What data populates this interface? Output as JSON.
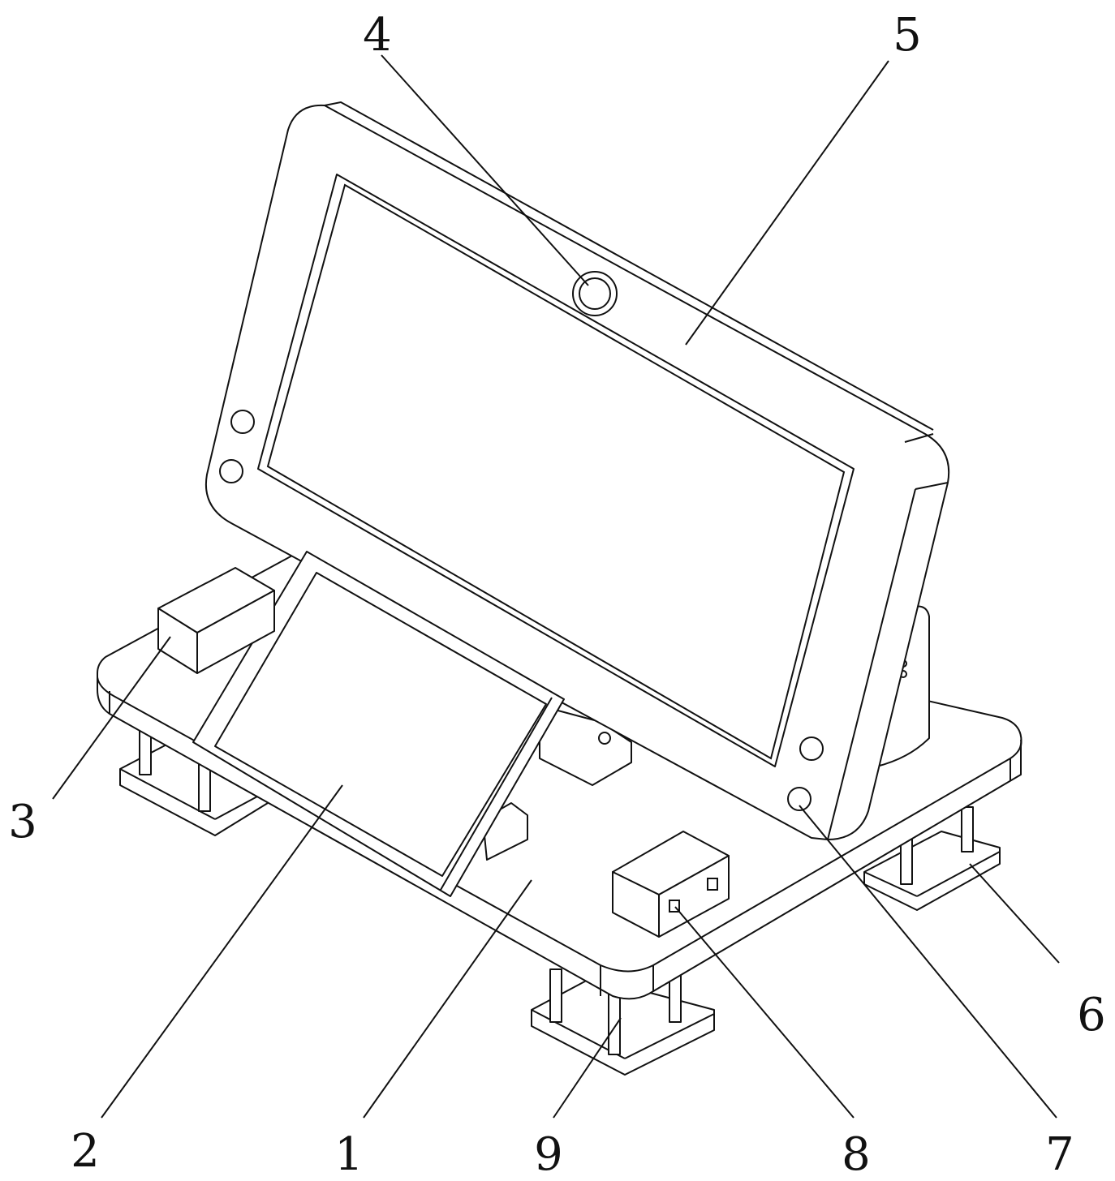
{
  "figure": {
    "labels": [
      {
        "id": "1",
        "text": "1",
        "part": "base"
      },
      {
        "id": "2",
        "text": "2",
        "part": "tablet"
      },
      {
        "id": "3",
        "text": "3",
        "part": "box"
      },
      {
        "id": "4",
        "text": "4",
        "part": "camera"
      },
      {
        "id": "5",
        "text": "5",
        "part": "display-frame"
      },
      {
        "id": "6",
        "text": "6",
        "part": "foot"
      },
      {
        "id": "7",
        "text": "7",
        "part": "button"
      },
      {
        "id": "8",
        "text": "8",
        "part": "port-box"
      },
      {
        "id": "9",
        "text": "9",
        "part": "support-post"
      }
    ]
  }
}
